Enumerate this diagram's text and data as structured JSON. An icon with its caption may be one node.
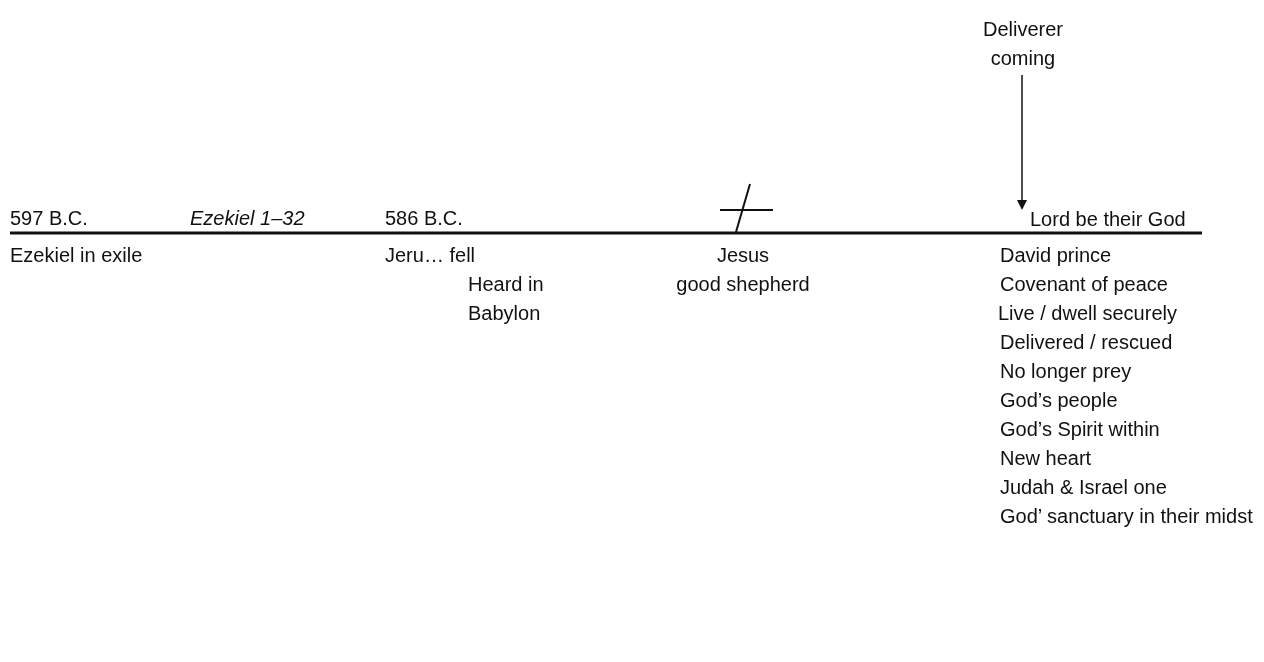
{
  "diagram": {
    "nodes": [
      {
        "text": [
          "Deliverer coming"
        ]
      },
      {
        "text": [
          "Lord be their God"
        ]
      }
    ],
    "edges": [
      {
        "from": 0,
        "to": 1,
        "arrow": "to"
      }
    ],
    "labels": [
      "597 B.C.",
      "Ezekiel 1–32",
      "586 B.C.",
      "Ezekiel in exile",
      "Jeru… fell",
      "Jesus",
      "David prince",
      "Heard in Babylon",
      "good shepherd",
      "Covenant of peace",
      "Live / dwell securely",
      "Delivered / rescued",
      "No longer prey",
      "God’s people",
      "God’s Spirit within",
      "New heart",
      "Judah & Israel one",
      "God’ sanctuary in their midst"
    ]
  }
}
